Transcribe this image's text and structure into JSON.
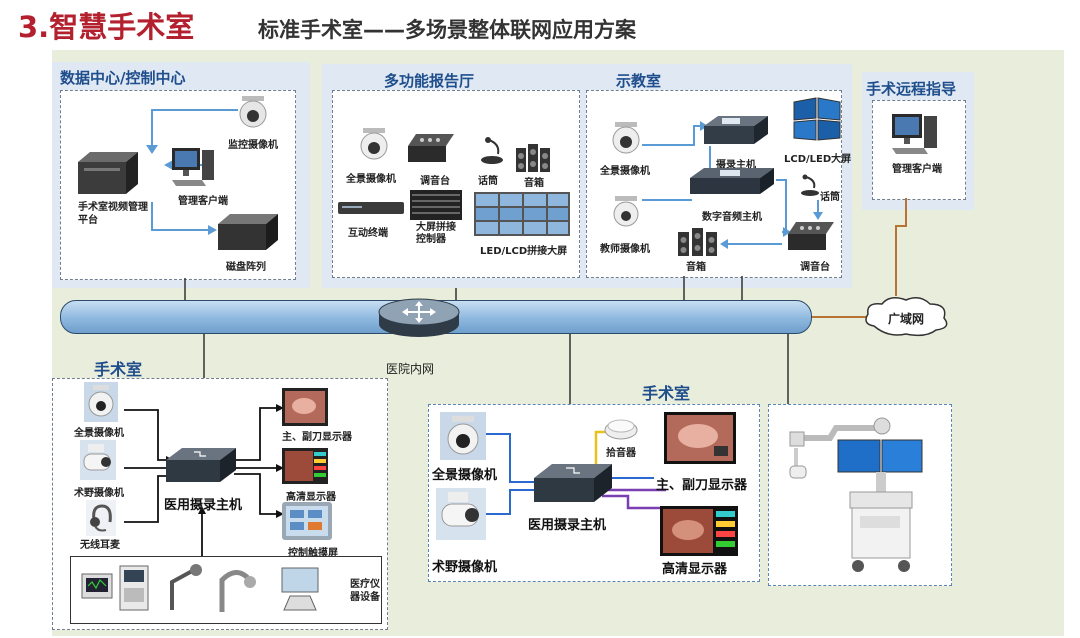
{
  "header": {
    "title": "3.智慧手术室",
    "subtitle": "标准手术室——多场景整体联网应用方案"
  },
  "data_center": {
    "title": "数据中心/控制中心",
    "monitor_camera": "监控摄像机",
    "platform": "手术室视频管理平台",
    "client": "管理客户端",
    "disk_array": "磁盘阵列"
  },
  "report_hall": {
    "title": "多功能报告厅",
    "panorama_camera": "全景摄像机",
    "mixer": "调音台",
    "microphone": "话筒",
    "speaker": "音箱",
    "interactive_terminal": "互动终端",
    "splice_controller": "大屏拼接控制器",
    "led_wall": "LED/LCD拼接大屏"
  },
  "classroom": {
    "title": "示教室",
    "panorama_camera": "全景摄像机",
    "recorder": "摄录主机",
    "led_screen": "LCD/LED大屏",
    "microphone": "话筒",
    "digital_audio": "数字音频主机",
    "teacher_camera": "教师摄像机",
    "speaker": "音箱",
    "mixer": "调音台"
  },
  "remote": {
    "title": "手术远程指导",
    "client": "管理客户端"
  },
  "network": {
    "hospital_lan": "医院内网",
    "wan": "广域网"
  },
  "or_left": {
    "title": "手术室",
    "panorama_camera": "全景摄像机",
    "field_camera": "术野摄像机",
    "wireless_headset": "无线耳麦",
    "recorder": "医用摄录主机",
    "main_display": "主、副刀显示器",
    "hd_display": "高清显示器",
    "touch_screen": "控制触摸屏",
    "medical_devices": "医疗仪器设备"
  },
  "or_right": {
    "title": "手术室",
    "panorama_camera": "全景摄像机",
    "field_camera": "术野摄像机",
    "pickup": "拾音器",
    "recorder": "医用摄录主机",
    "main_display": "主、副刀显示器",
    "hd_display": "高清显示器"
  },
  "colors": {
    "title_red": "#b3202e",
    "section_blue": "#1f4e8c",
    "pipe_blue": "#9cc3e6",
    "link_orange": "#b87333",
    "arrow_blue": "#5b9bd5"
  }
}
